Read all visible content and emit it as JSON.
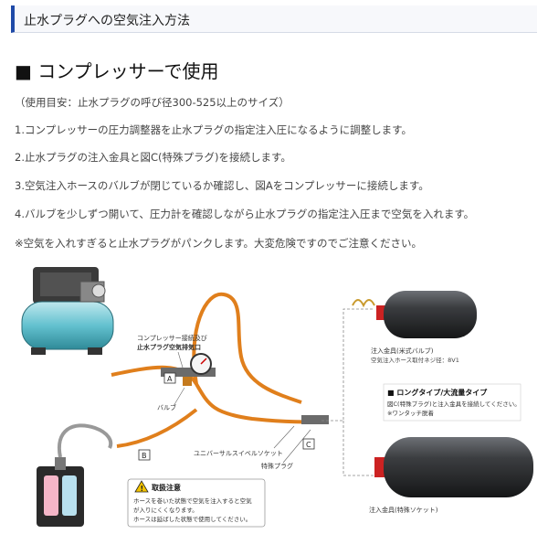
{
  "header": {
    "title": "止水プラグへの空気注入方法"
  },
  "section": {
    "title": "■ コンプレッサーで使用",
    "lines": [
      "（使用目安：止水プラグの呼び径300-525以上のサイズ）",
      "1.コンプレッサーの圧力調整器を止水プラグの指定注入圧になるように調整します。",
      "2.止水プラグの注入金具と図C(特殊プラグ)を接続します。",
      "3.空気注入ホースのバルブが閉じているか確認し、図Aをコンプレッサーに接続します。",
      "4.バルブを少しずつ開いて、圧力計を確認しながら止水プラグの指定注入圧まで空気を入れます。",
      "※空気を入れすぎると止水プラグがパンクします。大変危険ですのでご注意ください。"
    ]
  },
  "diagram": {
    "compressor_label_1": "コンプレッサー接続及び",
    "compressor_label_2": "止水プラグ空気排気口",
    "valve_label": "バルブ",
    "universal_label": "ユニバーサルスイベルソケット",
    "special_label": "特殊プラグ",
    "letter_a": "A",
    "letter_b": "B",
    "letter_c": "C",
    "fitting_label": "注入金具(米式バルブ)",
    "fitting_sub": "空気注入ホース取付ネジ径：8V1",
    "long_type_title": "■ ロングタイプ/大流量タイプ",
    "long_type_desc": "図C(特殊プラグ)と注入金具を接続してください。",
    "long_type_note": "※ワンタッチ脱着",
    "fitting2_label": "注入金具(特殊ソケット)",
    "caution_title": "取扱注意",
    "caution_1": "ホースを巻いた状態で空気を注入すると空気",
    "caution_2": "が入りにくくなります。",
    "caution_3": "ホースは延ばした状態で使用してください。"
  }
}
